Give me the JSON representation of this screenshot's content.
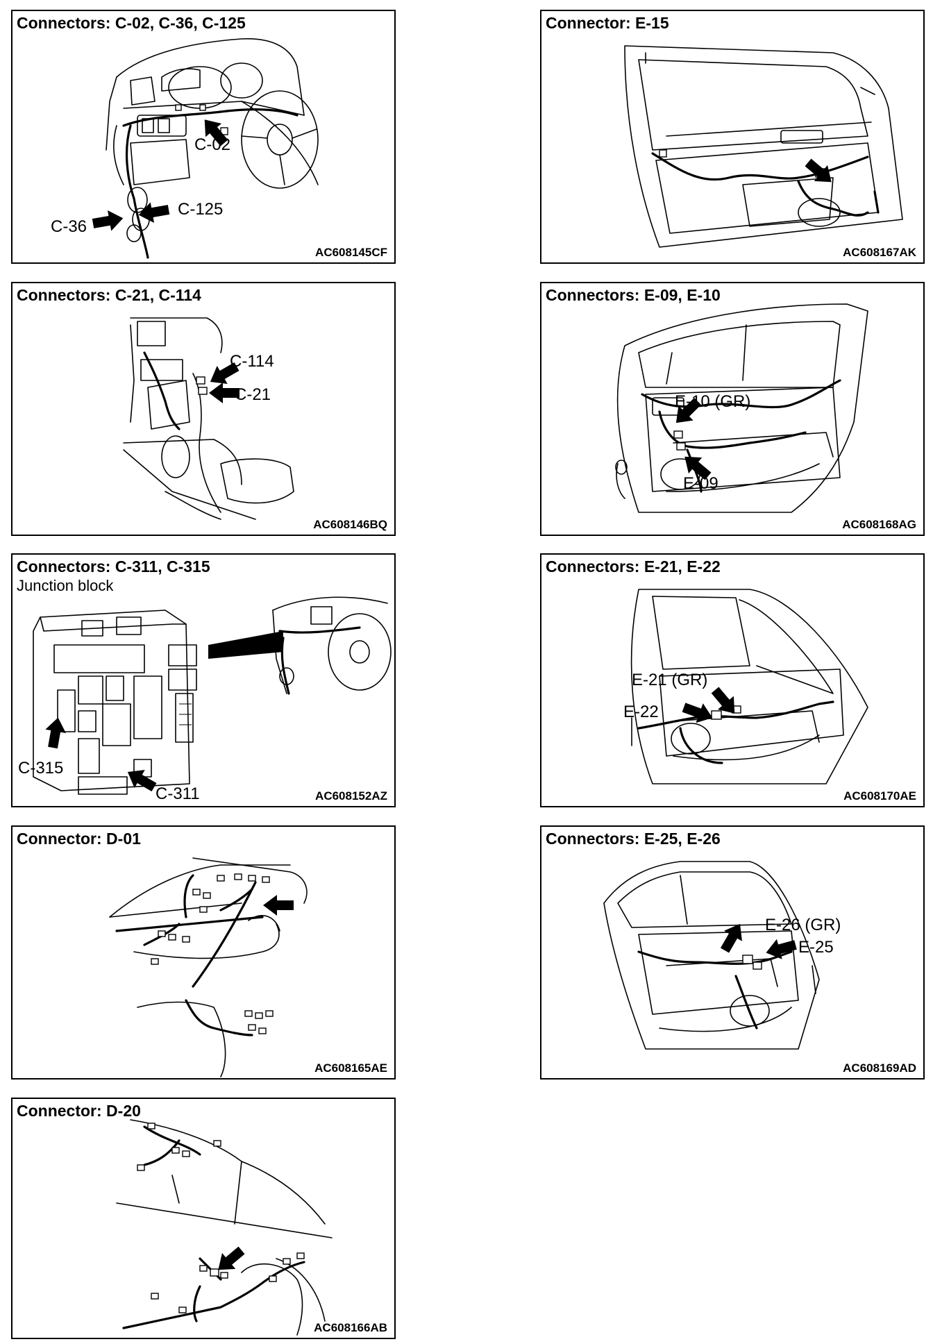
{
  "panels": [
    {
      "title": "Connectors: C-02, C-36, C-125",
      "code": "AC608145CF",
      "labels": [
        "C-02",
        "C-125",
        "C-36"
      ]
    },
    {
      "title": "Connector: E-15",
      "code": "AC608167AK",
      "labels": []
    },
    {
      "title": "Connectors: C-21, C-114",
      "code": "AC608146BQ",
      "labels": [
        "C-114",
        "C-21"
      ]
    },
    {
      "title": "Connectors: E-09, E-10",
      "code": "AC608168AG",
      "labels": [
        "E-10 (GR)",
        "E-09"
      ]
    },
    {
      "title": "Connectors: C-311, C-315",
      "subtitle": "Junction block",
      "code": "AC608152AZ",
      "labels": [
        "C-315",
        "C-311"
      ]
    },
    {
      "title": "Connectors: E-21, E-22",
      "code": "AC608170AE",
      "labels": [
        "E-21 (GR)",
        "E-22"
      ]
    },
    {
      "title": "Connector: D-01",
      "code": "AC608165AE",
      "labels": []
    },
    {
      "title": "Connectors: E-25, E-26",
      "code": "AC608169AD",
      "labels": [
        "E-26 (GR)",
        "E-25"
      ]
    },
    {
      "title": "Connector: D-20",
      "code": "AC608166AB",
      "labels": []
    }
  ]
}
